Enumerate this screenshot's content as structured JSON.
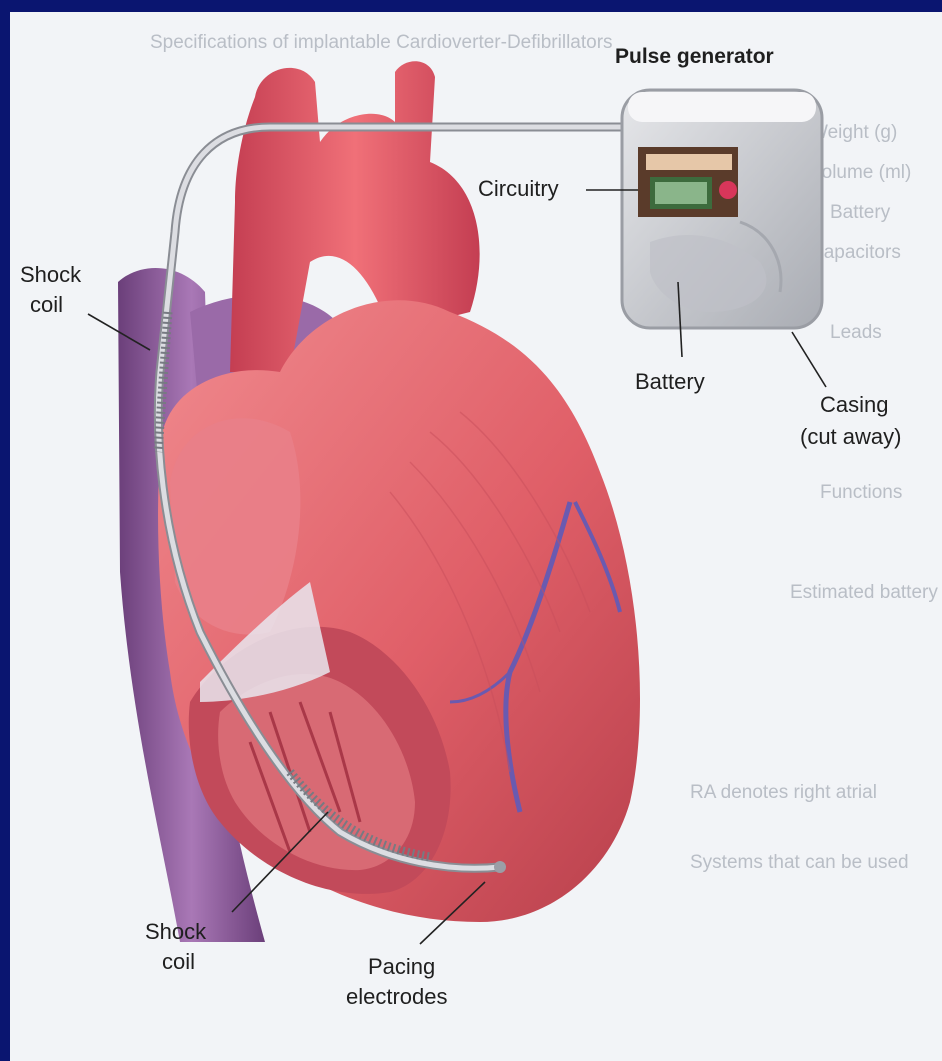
{
  "labels": {
    "pulse_generator": "Pulse generator",
    "circuitry": "Circuitry",
    "battery": "Battery",
    "casing_1": "Casing",
    "casing_2": "(cut away)",
    "shock_coil_top_1": "Shock",
    "shock_coil_top_2": "coil",
    "shock_coil_bottom_1": "Shock",
    "shock_coil_bottom_2": "coil",
    "pacing_1": "Pacing",
    "pacing_2": "electrodes"
  },
  "colors": {
    "frame": "#0a1570",
    "panel": "#f2f4f7",
    "heart": "#e0606a",
    "heart_dark": "#b83a4a",
    "vein": "#8a5a9a",
    "lead": "#c9c9cf",
    "generator": "#cfd1d6"
  }
}
